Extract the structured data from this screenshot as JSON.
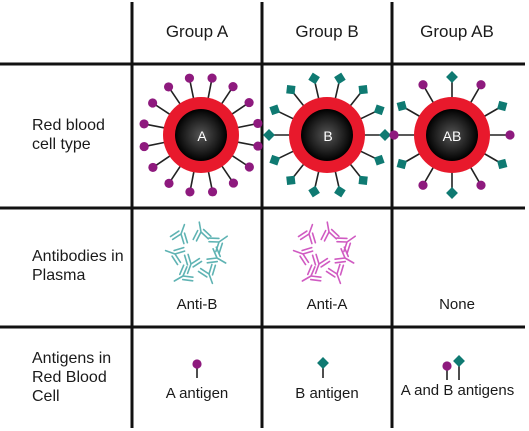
{
  "headers": [
    "Group A",
    "Group B",
    "Group AB"
  ],
  "rows": {
    "rbc_label": "Red blood cell type",
    "antibodies_label": "Antibodies in Plasma",
    "antigens_label": "Antigens in Red Blood Cell"
  },
  "cells": {
    "rbc_letters": [
      "A",
      "B",
      "AB"
    ],
    "antibodies": [
      "Anti-B",
      "Anti-A",
      "None"
    ],
    "antigens": [
      "A antigen",
      "B antigen",
      "A and B antigens"
    ]
  },
  "colors": {
    "cell_outer": "#e8192c",
    "cell_inner": "#1a1a1a",
    "antigen_a": "#8e1a7e",
    "antigen_b": "#0f7a72",
    "anti_b": "#5fb3b3",
    "anti_a": "#d05bc2"
  }
}
